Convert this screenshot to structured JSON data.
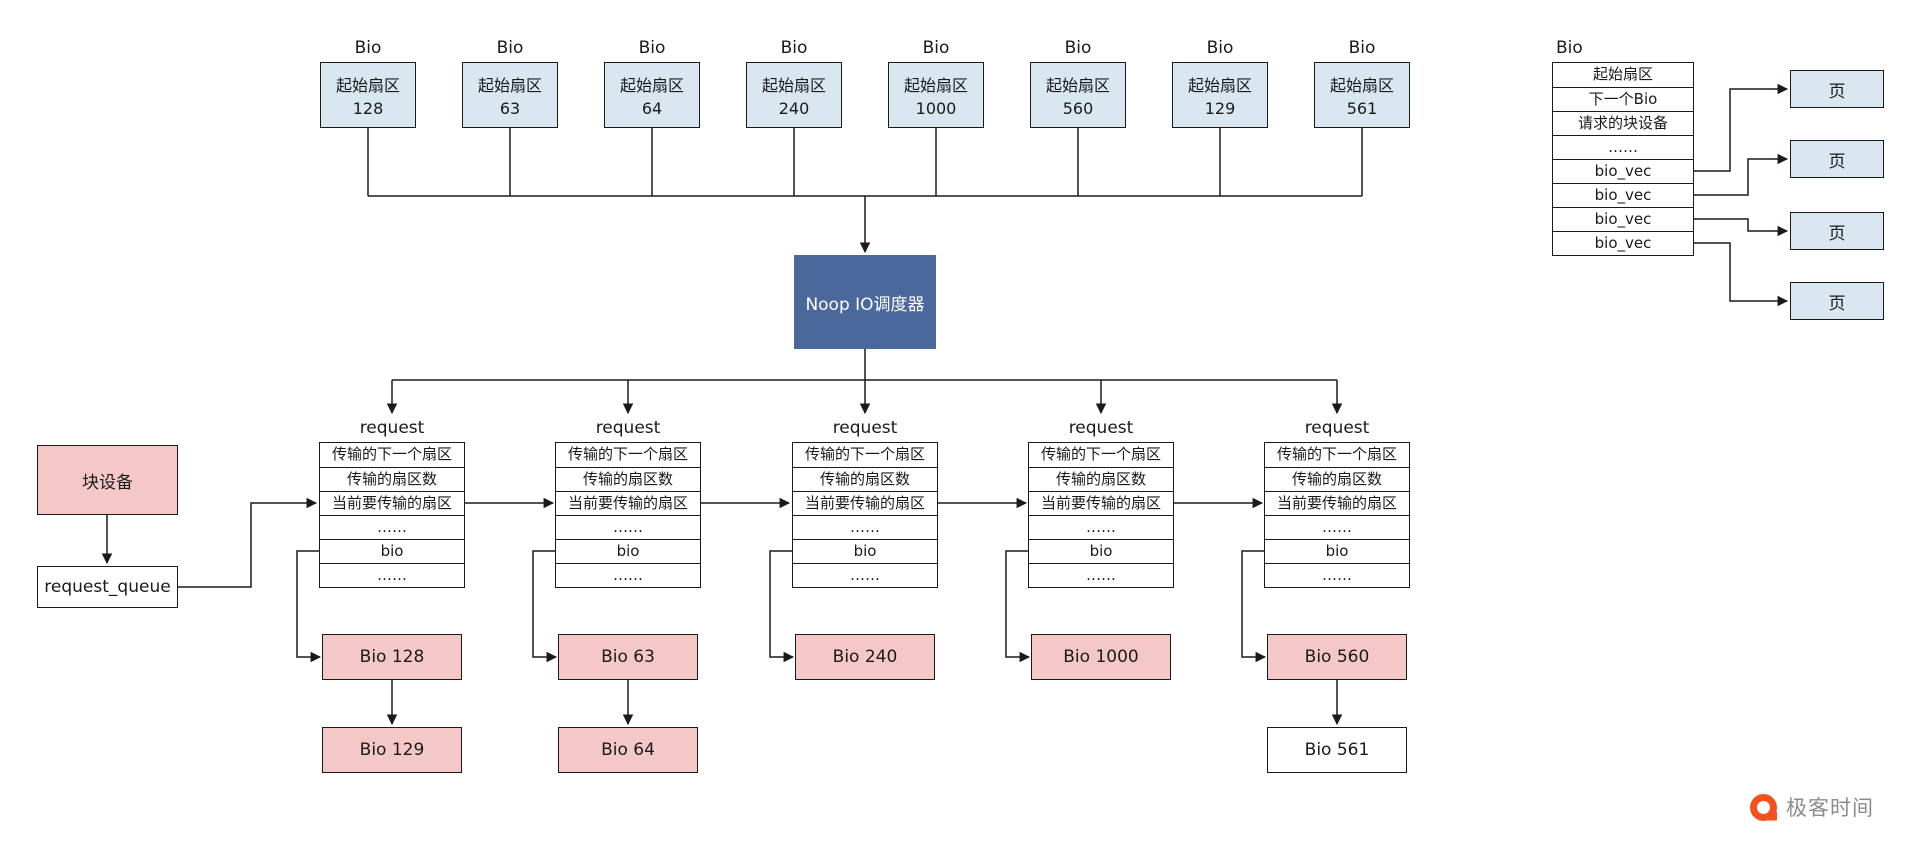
{
  "top_bios": {
    "title": "Bio",
    "field": "起始扇区",
    "sectors": [
      "128",
      "63",
      "64",
      "240",
      "1000",
      "560",
      "129",
      "561"
    ]
  },
  "scheduler": {
    "label": "Noop IO调度器"
  },
  "requests": {
    "title": "request",
    "rows": [
      "传输的下一个扇区",
      "传输的扇区数",
      "当前要传输的扇区",
      "……",
      "bio",
      "……"
    ],
    "chains": [
      {
        "bios": [
          "Bio 128",
          "Bio 129"
        ]
      },
      {
        "bios": [
          "Bio 63",
          "Bio 64"
        ]
      },
      {
        "bios": [
          "Bio 240"
        ]
      },
      {
        "bios": [
          "Bio 1000"
        ]
      },
      {
        "bios": [
          "Bio 560",
          "Bio 561"
        ]
      }
    ]
  },
  "left_chain": {
    "block_device": "块设备",
    "request_queue": "request_queue"
  },
  "bio_struct": {
    "title": "Bio",
    "rows": [
      "起始扇区",
      "下一个Bio",
      "请求的块设备",
      "……",
      "bio_vec",
      "bio_vec",
      "bio_vec",
      "bio_vec"
    ],
    "page_label": "页"
  },
  "branding": {
    "logo_text": "极客时间"
  },
  "colors": {
    "bio_fill": "#d9e7f0",
    "scheduler_fill": "#4a689b",
    "pink_fill": "#f5c8c8",
    "line": "#1a1a1a"
  }
}
